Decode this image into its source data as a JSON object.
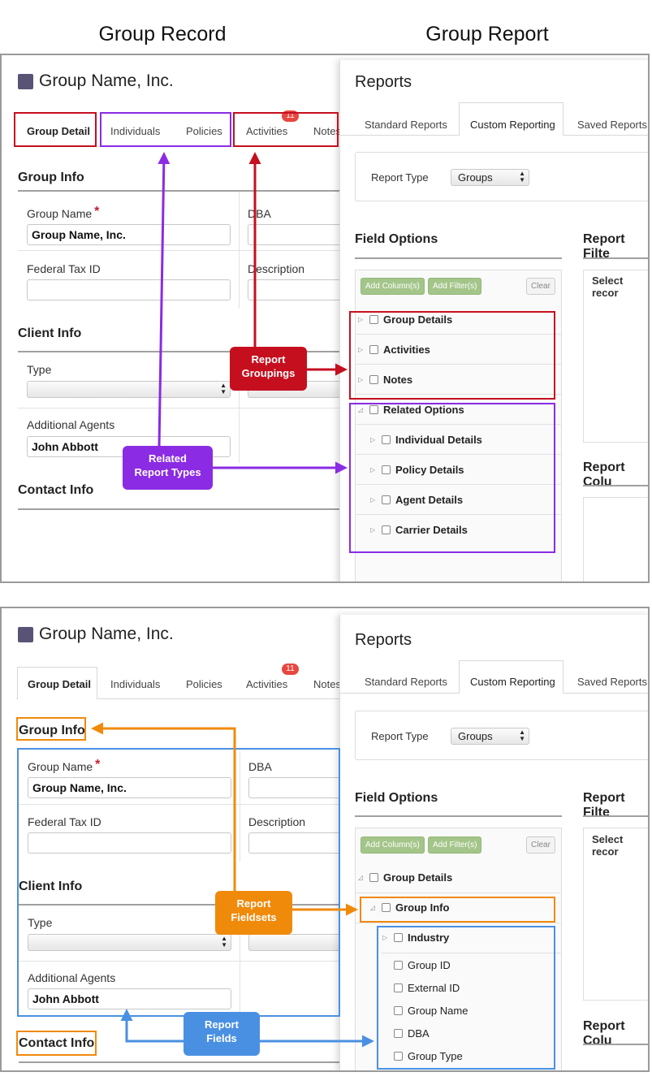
{
  "headings": {
    "left": "Group Record",
    "right": "Group Report"
  },
  "record": {
    "title": "Group Name, Inc.",
    "tabs": [
      "Group Detail",
      "Individuals",
      "Policies",
      "Activities",
      "Notes"
    ],
    "activities_badge": "11",
    "sections": {
      "group_info": "Group Info",
      "client_info": "Client Info",
      "contact_info": "Contact Info"
    },
    "fields": {
      "group_name_label": "Group Name",
      "required_mark": "*",
      "group_name_value": "Group Name, Inc.",
      "dba_label": "DBA",
      "federal_tax_id_label": "Federal Tax ID",
      "description_label": "Description",
      "type_label": "Type",
      "additional_agents_label": "Additional Agents",
      "additional_agents_value": "John Abbott"
    }
  },
  "reports": {
    "title": "Reports",
    "tabs": [
      "Standard Reports",
      "Custom Reporting",
      "Saved Reports"
    ],
    "report_type_label": "Report Type",
    "report_type_value": "Groups",
    "field_options": "Field Options",
    "report_filters": "Report Filte",
    "report_columns": "Report Colu",
    "select_records": "Select recor",
    "btn_add_columns": "Add Column(s)",
    "btn_add_filters": "Add Filter(s)",
    "btn_clear": "Clear",
    "tree_top": [
      "Group Details",
      "Activities",
      "Notes",
      "Related Options",
      "Individual Details",
      "Policy Details",
      "Agent Details",
      "Carrier Details"
    ],
    "tree_bottom": [
      "Group Details",
      "Group Info",
      "Industry",
      "Group ID",
      "External ID",
      "Group Name",
      "DBA",
      "Group Type"
    ]
  },
  "callouts": {
    "report_groupings": [
      "Report",
      "Groupings"
    ],
    "related_report_types": [
      "Related",
      "Report Types"
    ],
    "report_fieldsets": [
      "Report",
      "Fieldsets"
    ],
    "report_fields": [
      "Report",
      "Fields"
    ]
  },
  "colors": {
    "red": "#c50f1f",
    "purple": "#8b2be3",
    "orange": "#f08a0b",
    "blue": "#4a90e2",
    "title_square": "#595476",
    "badge": "#e8473f",
    "green_button": "#a3c589"
  }
}
